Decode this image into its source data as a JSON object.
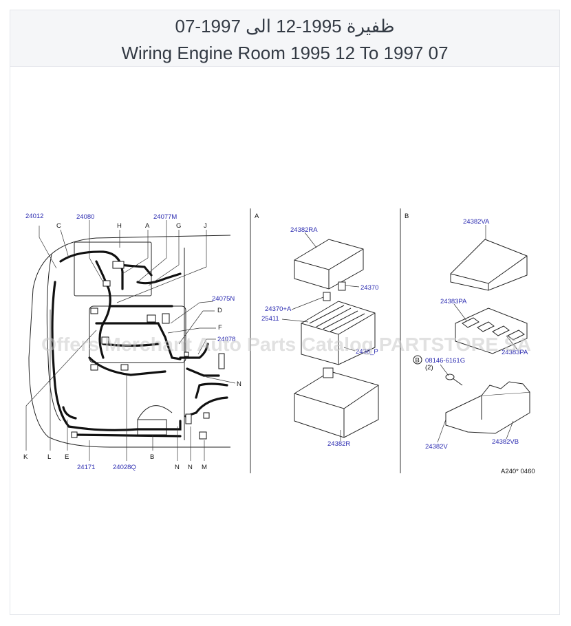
{
  "header": {
    "title_ar": "ظفيرة 1995-12 الى 1997-07",
    "title_en": "Wiring Engine Room 1995 12 To 1997 07"
  },
  "diagram": {
    "panel_a_label": "A",
    "panel_b_label": "B",
    "left_parts": [
      "24012",
      "24080",
      "24077M",
      "24075N",
      "24078",
      "24171",
      "24028Q"
    ],
    "left_letters": [
      "C",
      "H",
      "A",
      "G",
      "J",
      "D",
      "F",
      "N",
      "K",
      "L",
      "E",
      "B",
      "N",
      "N",
      "M"
    ],
    "panel_a_parts": [
      "24382RA",
      "24370",
      "24370+A",
      "25411",
      "2438_P",
      "24382R"
    ],
    "panel_b_parts": [
      "24382VA",
      "24383PA",
      "24383PA",
      "08146-6161G",
      "(2)",
      "24382V",
      "24382VB"
    ],
    "bolt_badge": "B",
    "ref_code": "A240*  0460",
    "watermark": "Offers Merchant Auto Parts Catalog PARTSTORE SA",
    "colors": {
      "label": "#2a2ab0",
      "line": "#111111",
      "header_bg": "#f5f6f8"
    }
  }
}
